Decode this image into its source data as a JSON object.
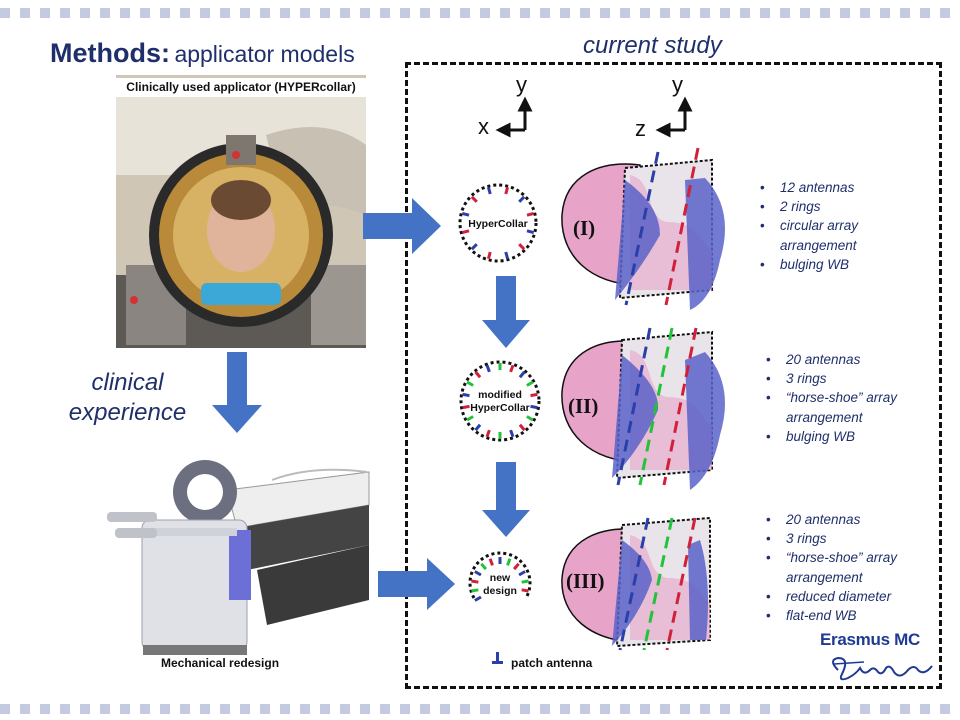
{
  "title": {
    "bold": "Methods:",
    "rest": "applicator models"
  },
  "study_label": "current study",
  "photo_top_caption": "Clinically used applicator  (HYPERcollar)",
  "photo_bottom_caption": "Mechanical redesign",
  "clinical_experience": [
    "clinical",
    "experience"
  ],
  "axes": {
    "x": "x",
    "y": "y",
    "z": "z"
  },
  "designs": [
    {
      "ring_label": [
        "HyperCollar"
      ],
      "numeral": "(I)",
      "bullets": [
        "12 antennas",
        "2 rings",
        "circular array arrangement",
        "bulging WB"
      ]
    },
    {
      "ring_label": [
        "modified",
        "HyperCollar"
      ],
      "numeral": "(II)",
      "bullets": [
        "20 antennas",
        "3 rings",
        "“horse-shoe” array arrangement",
        "bulging WB"
      ]
    },
    {
      "ring_label": [
        "new",
        "design"
      ],
      "numeral": "(III)",
      "bullets": [
        "20 antennas",
        "3 rings",
        "“horse-shoe” array arrangement",
        "reduced diameter",
        "flat-end WB"
      ]
    }
  ],
  "legend": "patch antenna",
  "logo": {
    "name": "Erasmus MC"
  },
  "colors": {
    "title": "#1f2f6b",
    "arrow": "#4472c4",
    "red": "#d0203a",
    "blue": "#2a3fa8",
    "green": "#22c23a",
    "head": "#e7a4c8",
    "bolus": "#5b63c9"
  }
}
